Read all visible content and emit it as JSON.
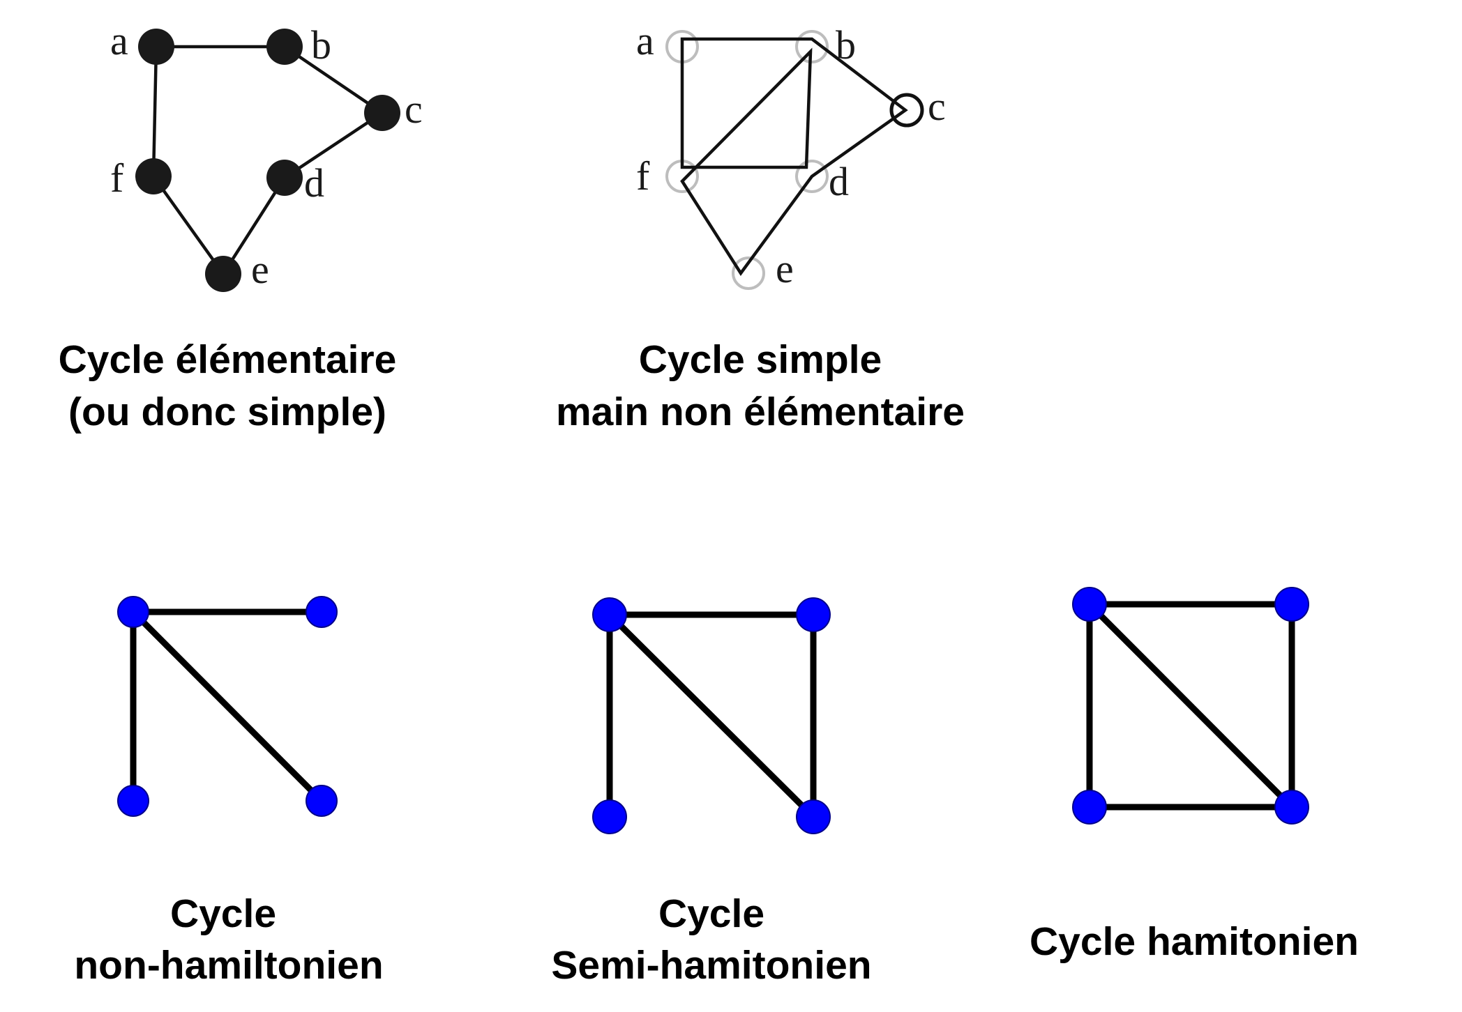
{
  "panels": {
    "elementary": {
      "caption": [
        "Cycle élémentaire",
        "(ou donc simple)"
      ],
      "labels": {
        "a": "a",
        "b": "b",
        "c": "c",
        "d": "d",
        "e": "e",
        "f": "f"
      }
    },
    "simple": {
      "caption": [
        "Cycle simple",
        "main non élémentaire"
      ],
      "labels": {
        "a": "a",
        "b": "b",
        "c": "c",
        "d": "d",
        "e": "e",
        "f": "f"
      }
    },
    "non_hamiltonian": {
      "caption": [
        "Cycle",
        "non-hamiltonien"
      ]
    },
    "semi_hamiltonian": {
      "caption": [
        "Cycle",
        "Semi-hamitonien"
      ]
    },
    "hamiltonian": {
      "caption": [
        "Cycle hamitonien"
      ]
    }
  },
  "colors": {
    "node_blue": "#0000ff",
    "node_black": "#1a1a1a",
    "node_hollow": "#bdbdbd",
    "edge": "#000000"
  }
}
